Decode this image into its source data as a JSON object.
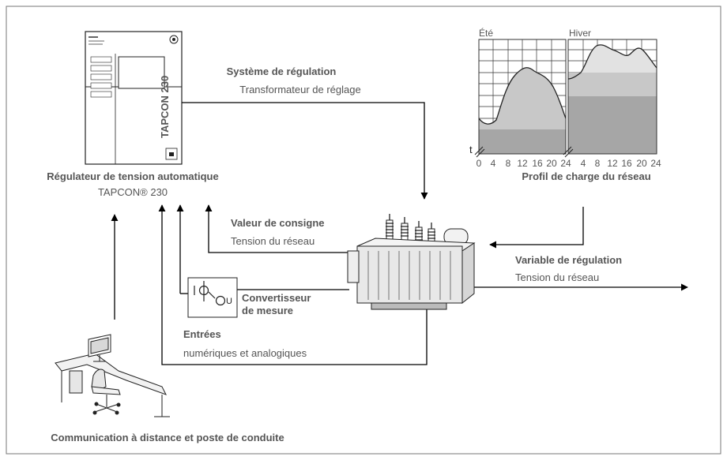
{
  "regulator": {
    "title": "Régulateur de tension automatique",
    "model": "TAPCON® 230",
    "device_label": "TAPCON 230"
  },
  "regulation_system": {
    "title": "Système de régulation",
    "subtitle": "Transformateur de réglage"
  },
  "setpoint": {
    "title": "Valeur de consigne",
    "subtitle": "Tension du réseau"
  },
  "converter": {
    "line1": "Convertisseur",
    "line2": "de mesure"
  },
  "inputs": {
    "title": "Entrées",
    "subtitle": "numériques et analogiques"
  },
  "controlled_variable": {
    "title": "Variable de régulation",
    "subtitle": "Tension du réseau"
  },
  "load_profile": {
    "title": "Profil de charge du réseau",
    "summer_label": "Été",
    "winter_label": "Hiver",
    "t_label": "t",
    "ticks_summer": [
      "0",
      "4",
      "8",
      "12",
      "16",
      "20",
      "24"
    ],
    "ticks_winter": [
      "4",
      "8",
      "12",
      "16",
      "20",
      "24"
    ],
    "colors": {
      "band_dark": "#a6a6a6",
      "band_mid": "#c8c8c8",
      "band_light": "#e6e6e6"
    }
  },
  "remote": {
    "title": "Communication à distance et poste de conduite"
  }
}
